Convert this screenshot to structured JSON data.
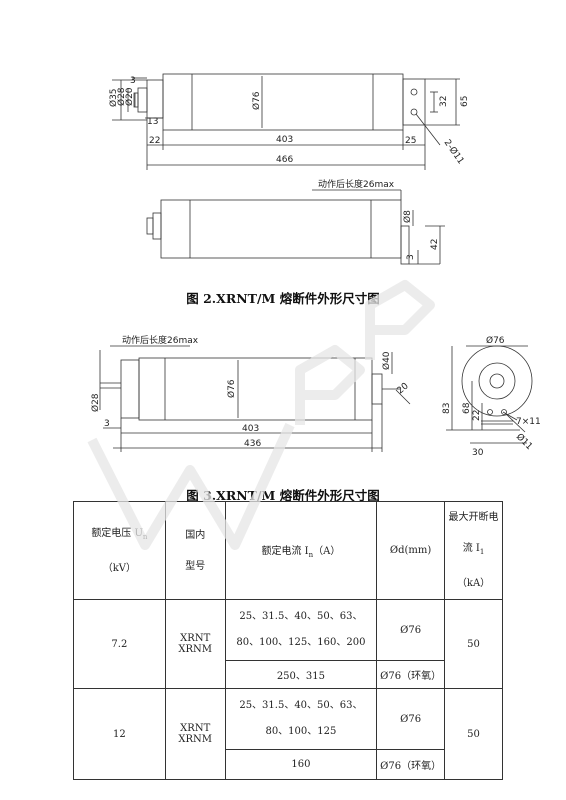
{
  "figure2": {
    "dims_top": {
      "d35": "Ø35",
      "d28": "Ø28",
      "d20": "Ø20",
      "d76": "Ø76",
      "n3": "3",
      "n13": "13",
      "n22": "22",
      "n403": "403",
      "n25": "25",
      "n466": "466",
      "n32": "32",
      "n65": "65",
      "holes": "2-Ø11"
    },
    "dims_bottom": {
      "note": "动作后长度26max",
      "d8": "Ø8",
      "n3": "3",
      "n42": "42"
    },
    "caption": "图 2.XRNT/M 熔断件外形尺寸图"
  },
  "figure3": {
    "dims_side": {
      "note": "动作后长度26max",
      "d28": "Ø28",
      "d76": "Ø76",
      "d40": "Ø40",
      "n20": "20",
      "n3": "3",
      "n403": "403",
      "n436": "436"
    },
    "dims_end": {
      "d76": "Ø76",
      "n83": "83",
      "n68": "68",
      "n22": "22",
      "n30": "30",
      "slot": "7×11",
      "d11": "Ø11"
    },
    "caption": "图 3.XRNT/M 熔断件外形尺寸图"
  },
  "table": {
    "headers": {
      "voltage_line1": "额定电压 U",
      "voltage_sub": "n",
      "voltage_line2": "（kV）",
      "model_line1": "国内",
      "model_line2": "型号",
      "current": "额定电流 I",
      "current_sub": "n",
      "current_unit": "（A）",
      "diameter": "Ød(mm)",
      "breaking_line1": "最大开断电",
      "breaking_line2": "流 I",
      "breaking_sub": "1",
      "breaking_unit": "（kA）"
    },
    "rows": [
      {
        "voltage": "7.2",
        "model_line1": "XRNT",
        "model_line2": "XRNM",
        "currents_a_line1": "25、31.5、40、50、63、",
        "currents_a_line2": "80、100、125、160、200",
        "diameter_a": "Ø76",
        "currents_b": "250、315",
        "diameter_b": "Ø76（环氧）",
        "breaking": "50"
      },
      {
        "voltage": "12",
        "model_line1": "XRNT",
        "model_line2": "XRNM",
        "currents_a_line1": "25、31.5、40、50、63、",
        "currents_a_line2": "80、100、125",
        "diameter_a": "Ø76",
        "currents_b": "160",
        "diameter_b": "Ø76（环氧）",
        "breaking": "50"
      }
    ]
  },
  "colors": {
    "ink": "#222222",
    "watermark": "#e6e6e6"
  }
}
